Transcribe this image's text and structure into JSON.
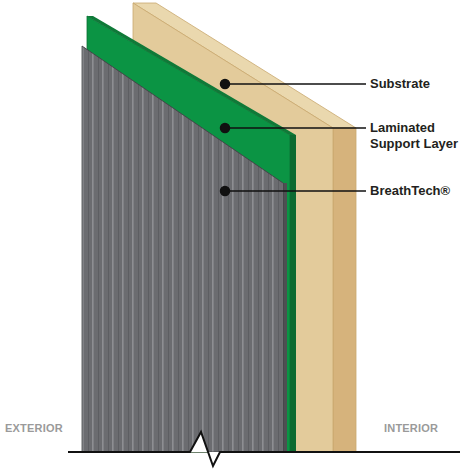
{
  "diagram": {
    "labels": [
      "Substrate",
      "Laminated Support Layer",
      "BreathTech®",
      "EXTERIOR",
      "INTERIOR"
    ]
  }
}
